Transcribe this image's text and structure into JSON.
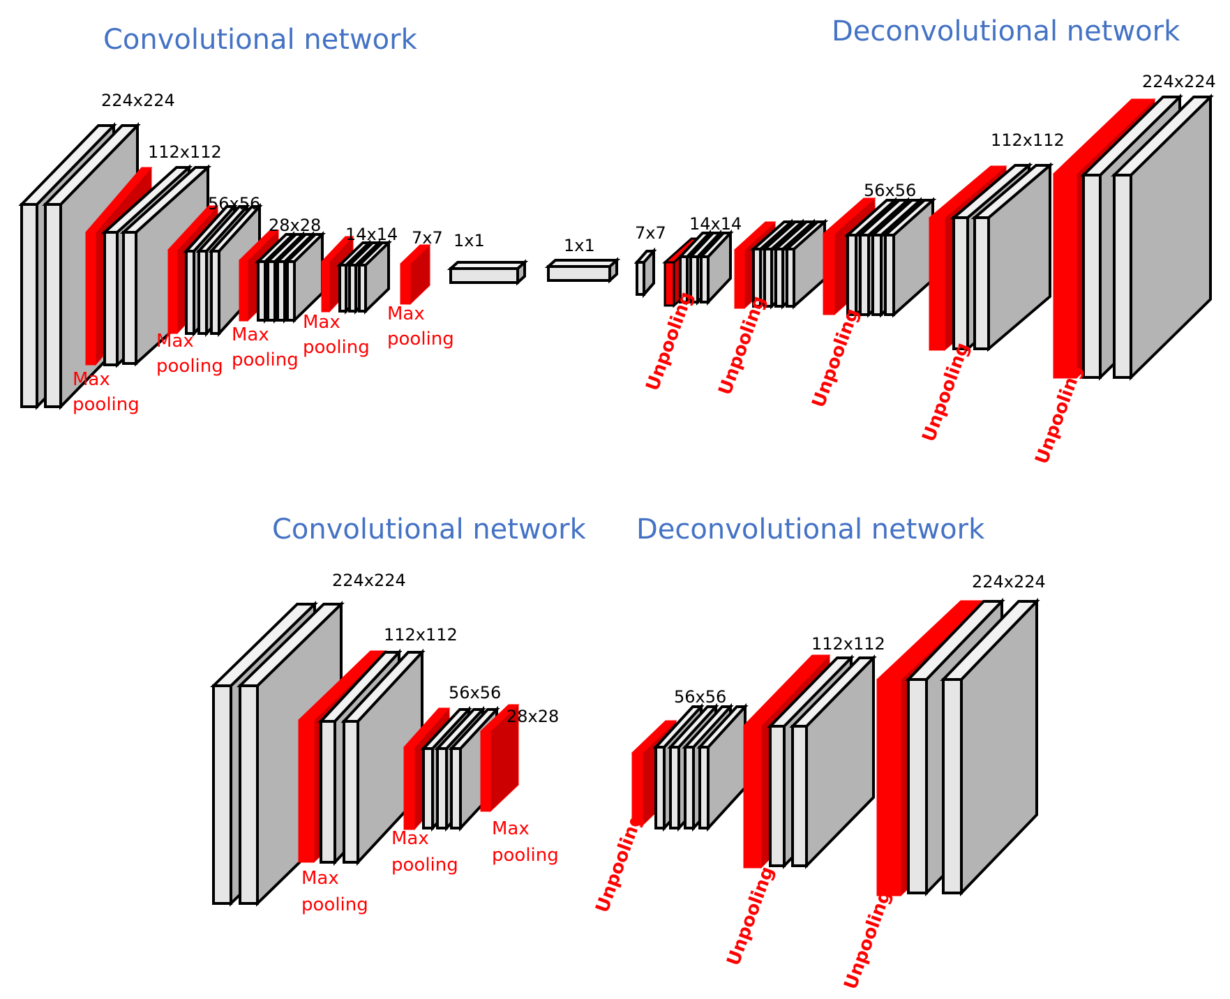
{
  "colors": {
    "title": "#4472c4",
    "operation": "#ff0000",
    "operation_dark": "#cc0000",
    "block_front": "#e6e6e6",
    "block_side": "#b4b4b4",
    "block_top": "#f2f2f2",
    "outline": "#000000"
  },
  "top_panel": {
    "conv_title": "Convolutional network",
    "deconv_title": "Deconvolutional network",
    "conv_sizes": [
      "224x224",
      "112x112",
      "56x56",
      "28x28",
      "14x14",
      "7x7"
    ],
    "fc_sizes": [
      "1x1",
      "1x1"
    ],
    "deconv_sizes": [
      "7x7",
      "14x14",
      "56x56",
      "112x112",
      "224x224"
    ],
    "pool_line1": "Max",
    "pool_line2": "pooling",
    "unpool_label": "Unpooling"
  },
  "bottom_panel": {
    "conv_title": "Convolutional network",
    "deconv_title": "Deconvolutional network",
    "conv_sizes": [
      "224x224",
      "112x112",
      "56x56",
      "28x28"
    ],
    "deconv_sizes": [
      "56x56",
      "112x112",
      "224x224"
    ],
    "pool_line1": "Max",
    "pool_line2": "pooling",
    "unpool_label": "Unpooling"
  }
}
